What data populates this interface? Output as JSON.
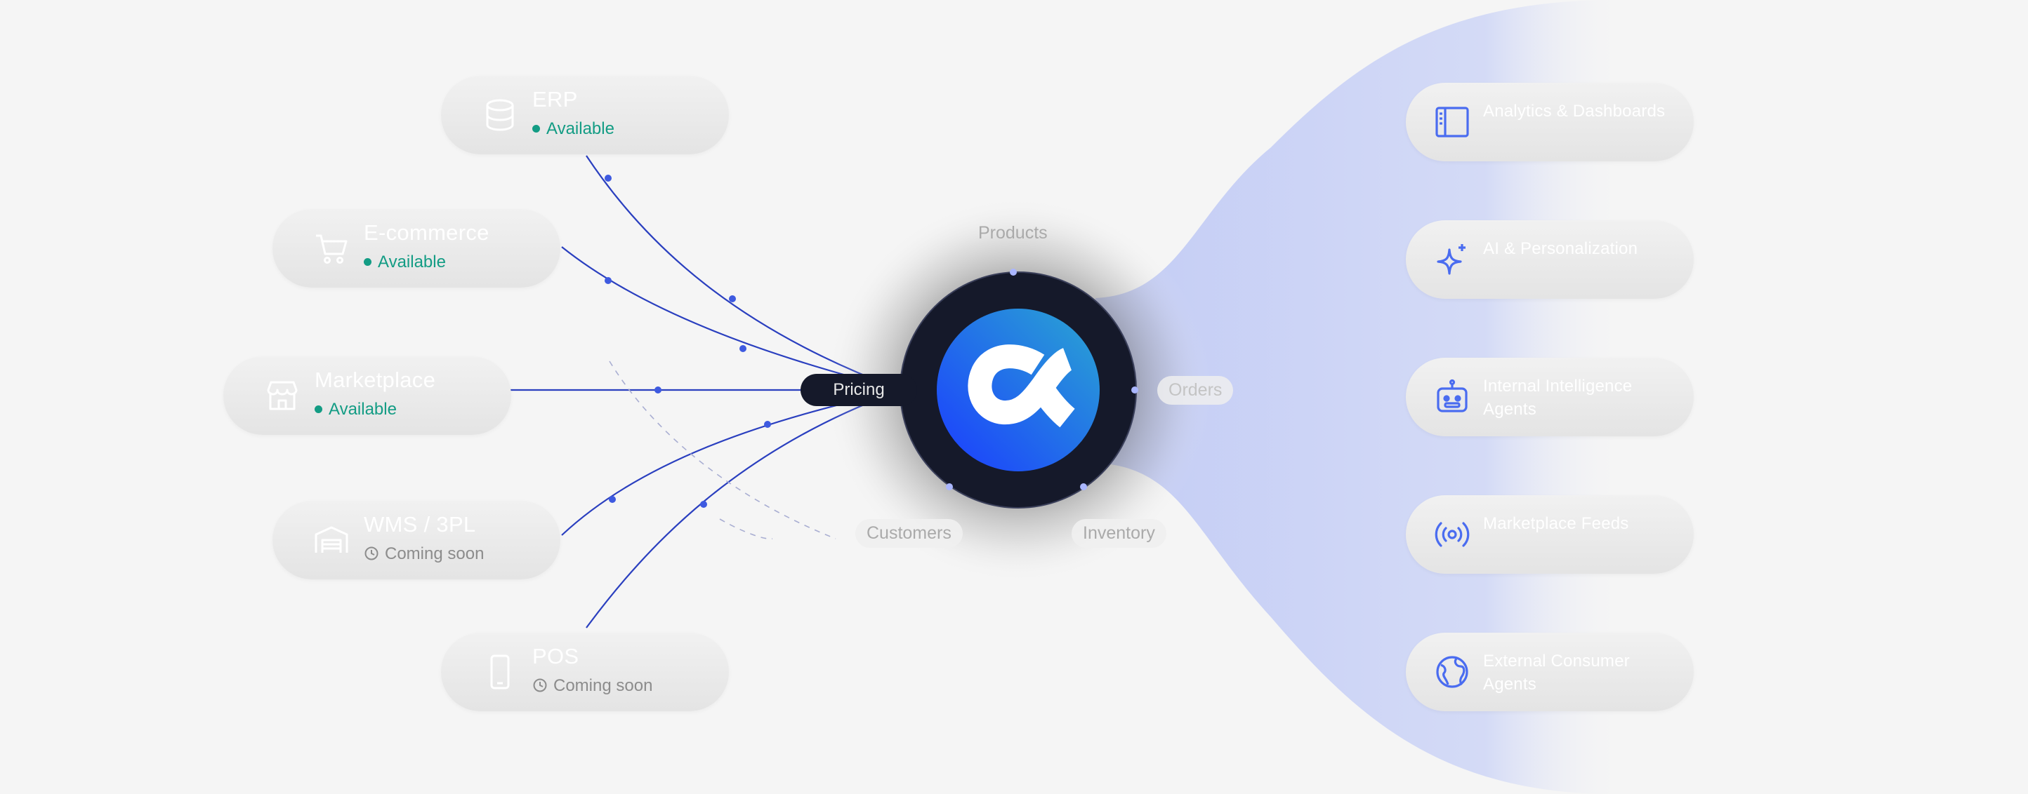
{
  "sources": [
    {
      "key": "erp",
      "title": "ERP",
      "status": "Available",
      "status_type": "available",
      "icon": "database-icon"
    },
    {
      "key": "ecommerce",
      "title": "E-commerce",
      "status": "Available",
      "status_type": "available",
      "icon": "shopping-cart-icon"
    },
    {
      "key": "marketplace",
      "title": "Marketplace",
      "status": "Available",
      "status_type": "available",
      "icon": "storefront-icon"
    },
    {
      "key": "wms",
      "title": "WMS / 3PL",
      "status": "Coming soon",
      "status_type": "soon",
      "icon": "warehouse-icon"
    },
    {
      "key": "pos",
      "title": "POS",
      "status": "Coming soon",
      "status_type": "soon",
      "icon": "smartphone-icon"
    }
  ],
  "hub": {
    "pricing_label": "Pricing",
    "products_label": "Products",
    "orders_label": "Orders",
    "customers_label": "Customers",
    "inventory_label": "Inventory",
    "logo_icon": "infinity-logo-icon"
  },
  "outputs": [
    {
      "key": "analytics",
      "title": "Analytics & Dashboards",
      "icon": "dashboard-panel-icon"
    },
    {
      "key": "ai",
      "title": "AI & Personalization",
      "icon": "sparkle-icon"
    },
    {
      "key": "agents",
      "title": "Internal Intelligence Agents",
      "icon": "robot-icon"
    },
    {
      "key": "feeds",
      "title": "Marketplace Feeds",
      "icon": "broadcast-icon"
    },
    {
      "key": "consumer",
      "title": "External Consumer Agents",
      "icon": "globe-icon"
    }
  ],
  "colors": {
    "available": "#139c84",
    "soon": "#8c8c8c",
    "line": "#2a3fbf",
    "dot": "#3e5ae0",
    "hub_ring": "#15192a",
    "logo_start": "#1b3cff",
    "logo_end": "#2aa6d2",
    "output_icon": "#4a6cf0",
    "fan": "#c9d2f5"
  }
}
